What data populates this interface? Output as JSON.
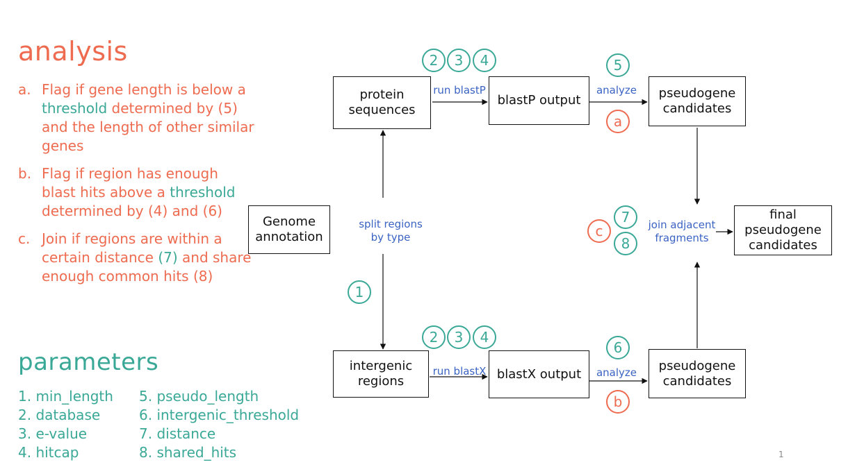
{
  "analysis": {
    "title": "analysis",
    "items": [
      {
        "letter": "a.",
        "pre": "Flag if gene length is below a ",
        "hl": "threshold",
        "post": " determined by (5) and the length of other similar genes"
      },
      {
        "letter": "b.",
        "pre": "Flag if region has enough blast hits above a ",
        "hl": "threshold",
        "post": " determined by (4) and (6)"
      },
      {
        "letter": "c.",
        "pre": "Join if regions are within a certain distance ",
        "hl": "(7)",
        "post": " and share enough common hits (8)"
      }
    ]
  },
  "parameters": {
    "title": "parameters",
    "items": [
      "1. min_length",
      "2. database",
      "3. e-value",
      "4. hitcap",
      "5.  pseudo_length",
      "6.  intergenic_threshold",
      "7.  distance",
      "8.  shared_hits"
    ]
  },
  "diagram": {
    "boxes": {
      "genome": "Genome\nannotation",
      "protein": "protein\nsequences",
      "blastp_out": "blastP output",
      "pseudo_top": "pseudogene\ncandidates",
      "intergenic": "intergenic\nregions",
      "blastx_out": "blastX output",
      "pseudo_bottom": "pseudogene\ncandidates",
      "final": "final\npseudogene\ncandidates"
    },
    "labels": {
      "split": "split regions\nby type",
      "run_blastp": "run blastP",
      "run_blastx": "run blastX",
      "analyze_top": "analyze",
      "analyze_bottom": "analyze",
      "join": "join adjacent\nfragments"
    },
    "circles": {
      "top_2": "2",
      "top_3": "3",
      "top_4": "4",
      "bot_2": "2",
      "bot_3": "3",
      "bot_4": "4",
      "five": "5",
      "a": "a",
      "six": "6",
      "b": "b",
      "seven": "7",
      "eight": "8",
      "c": "c",
      "one": "1"
    },
    "colors": {
      "orange": "#ee6b50",
      "teal": "#3aa896",
      "blue": "#3b63c4"
    }
  },
  "page_number": "1"
}
